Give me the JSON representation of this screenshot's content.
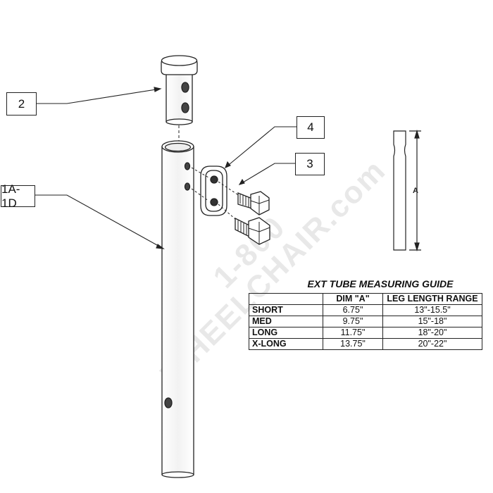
{
  "watermark": {
    "line1": "1-800",
    "line2": "WHEELCHAIR.com"
  },
  "callouts": {
    "pin": "2",
    "bracket": "4",
    "bolt": "3",
    "tube": "1A-1D"
  },
  "dimension_label": "A",
  "guide": {
    "title": "EXT TUBE MEASURING GUIDE",
    "headers": [
      "",
      "DIM \"A\"",
      "LEG LENGTH RANGE"
    ],
    "rows": [
      {
        "size": "SHORT",
        "dim": "6.75\"",
        "range": "13\"-15.5\""
      },
      {
        "size": "MED",
        "dim": "9.75\"",
        "range": "15\"-18\""
      },
      {
        "size": "LONG",
        "dim": "11.75\"",
        "range": "18\"-20\""
      },
      {
        "size": "X-LONG",
        "dim": "13.75\"",
        "range": "20\"-22\""
      }
    ]
  }
}
